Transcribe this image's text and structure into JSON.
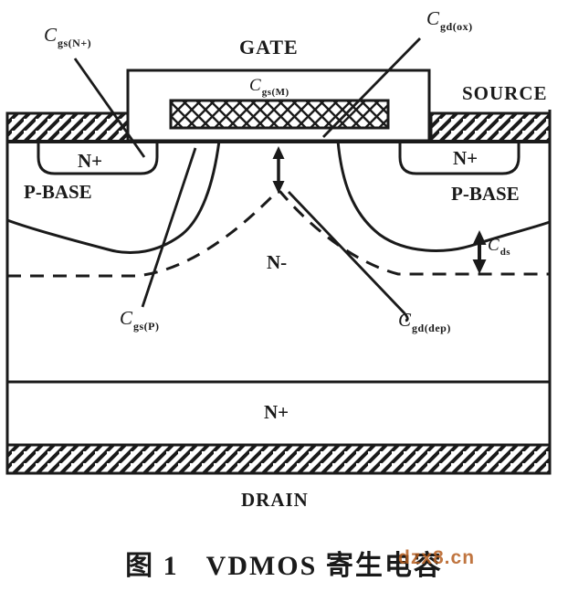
{
  "colors": {
    "ink": "#1a1a1a",
    "paper": "#ffffff",
    "watermark": "#b65e1f"
  },
  "terminals": {
    "gate": "GATE",
    "source": "SOURCE",
    "drain": "DRAIN"
  },
  "regions": {
    "n_plus_left": "N+",
    "n_plus_right": "N+",
    "p_base_left": "P-BASE",
    "p_base_right": "P-BASE",
    "n_minus": "N-",
    "n_plus_substrate": "N+"
  },
  "capacitances": {
    "cgs_nplus": {
      "symbol": "C",
      "subscript": "gs(N+)"
    },
    "cgd_ox": {
      "symbol": "C",
      "subscript": "gd(ox)"
    },
    "cgs_m": {
      "symbol": "C",
      "subscript": "gs(M)"
    },
    "cgs_p": {
      "symbol": "C",
      "subscript": "gs(P)"
    },
    "cgd_dep": {
      "symbol": "C",
      "subscript": "gd(dep)"
    },
    "cds": {
      "symbol": "C",
      "subscript": "ds"
    }
  },
  "caption": {
    "number": "图 1",
    "title": "VDMOS 寄生电容"
  },
  "watermark_text": "dzx8.cn"
}
